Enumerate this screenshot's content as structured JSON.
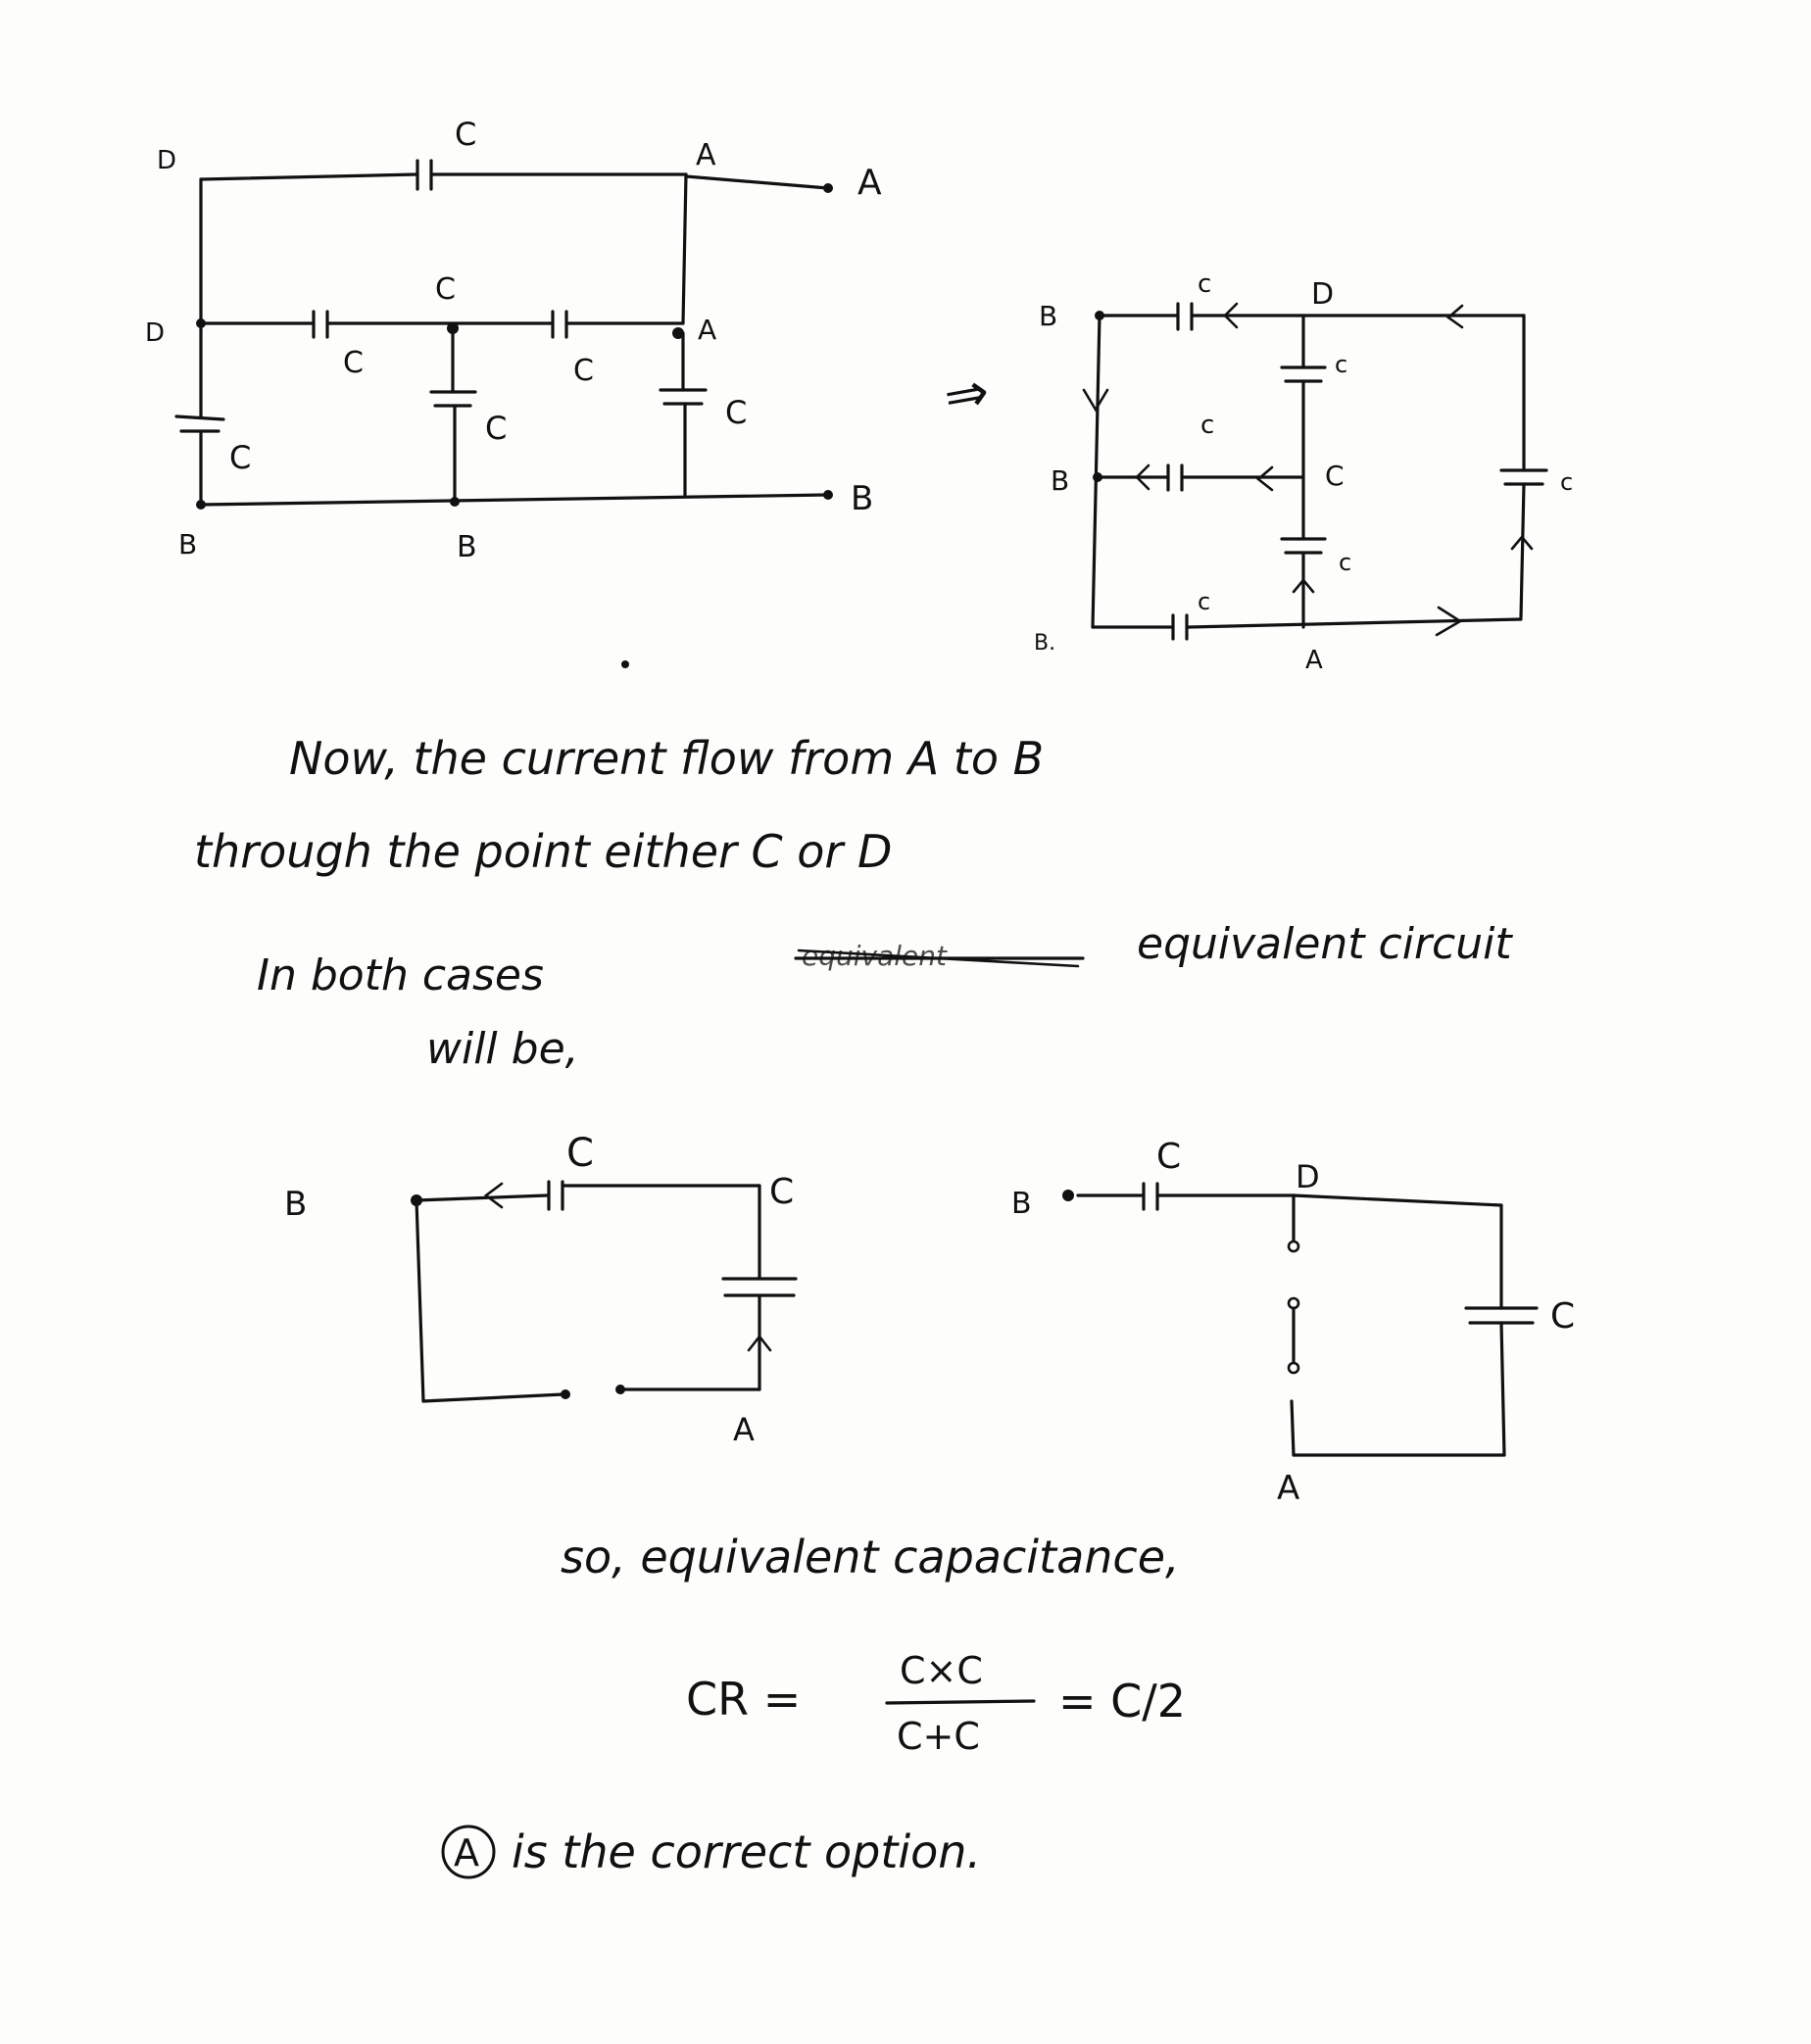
{
  "labels": {
    "c": "C",
    "c_lower": "c",
    "a": "A",
    "b": "B",
    "d": "D",
    "b_small": "B."
  },
  "text": {
    "line1": "Now, the current flow from A to B",
    "line2": "through the point either C or D",
    "line3_a": "In both cases",
    "line3_struck": "equivalent",
    "line3_b": "equivalent circuit",
    "line4": "will be,",
    "capacitance_intro": "so, equivalent capacitance,",
    "formula_lhs": "CR =",
    "formula_num": "C×C",
    "formula_den": "C+C",
    "formula_rhs": "= C/2",
    "answer_circled": "A",
    "answer_text": "is the correct option."
  }
}
